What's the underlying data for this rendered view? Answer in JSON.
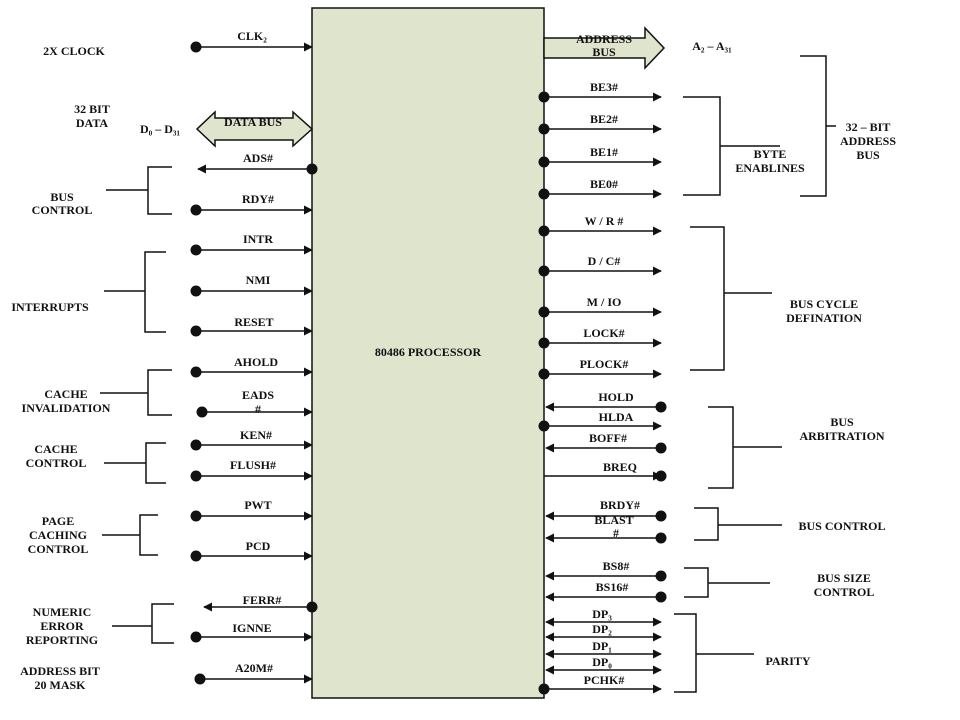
{
  "processor": {
    "label": "80486 PROCESSOR",
    "fill": "#dfe4cc"
  },
  "left_signals": {
    "clk": "CLK₂",
    "data_bus": "DATA BUS",
    "data_lines": "D₀ – D₃₁",
    "ads": "ADS#",
    "rdy": "RDY#",
    "intr": "INTR",
    "nmi": "NMI",
    "reset": "RESET",
    "ahold": "AHOLD",
    "eads_1": "EADS",
    "eads_2": "#",
    "ken": "KEN#",
    "flush": "FLUSH#",
    "pwt": "PWT",
    "pcd": "PCD",
    "ferr": "FERR#",
    "ignne": "IGNNE",
    "a20m": "A20M#"
  },
  "left_groups": {
    "clock": "2X CLOCK",
    "data_1": "32 BIT",
    "data_2": "DATA",
    "bus_control_1": "BUS",
    "bus_control_2": "CONTROL",
    "interrupts": "INTERRUPTS",
    "cache_inv_1": "CACHE",
    "cache_inv_2": "INVALIDATION",
    "cache_ctrl_1": "CACHE",
    "cache_ctrl_2": "CONTROL",
    "page_1": "PAGE",
    "page_2": "CACHING",
    "page_3": "CONTROL",
    "numeric_1": "NUMERIC",
    "numeric_2": "ERROR",
    "numeric_3": "REPORTING",
    "a20_1": "ADDRESS BIT",
    "a20_2": "20 MASK"
  },
  "right_signals": {
    "address_bus_1": "ADDRESS",
    "address_bus_2": "BUS",
    "address_lines": "A₂ – A₃₁",
    "be3": "BE3#",
    "be2": "BE2#",
    "be1": "BE1#",
    "be0": "BE0#",
    "wr": "W / R #",
    "dc": "D / C#",
    "mio": "M / IO",
    "lock": "LOCK#",
    "plock": "PLOCK#",
    "hold": "HOLD",
    "hlda": "HLDA",
    "boff": "BOFF#",
    "breq": "BREQ",
    "brdy": "BRDY#",
    "blast_1": "BLAST",
    "blast_2": "#",
    "bs8": "BS8#",
    "bs16": "BS16#",
    "dp3": "DP₃",
    "dp2": "DP₂",
    "dp1": "DP₁",
    "dp0": "DP₀",
    "pchk": "PCHK#"
  },
  "right_groups": {
    "address_32_1": "32 – BIT",
    "address_32_2": "ADDRESS",
    "address_32_3": "BUS",
    "byte_en_1": "BYTE",
    "byte_en_2": "ENABLINES",
    "cycle_1": "BUS CYCLE",
    "cycle_2": "DEFINATION",
    "arb_1": "BUS",
    "arb_2": "ARBITRATION",
    "bus_control": "BUS CONTROL",
    "bus_size_1": "BUS SIZE",
    "bus_size_2": "CONTROL",
    "parity": "PARITY"
  },
  "colors": {
    "stroke": "#111111",
    "bus_fill": "#dfe4cc",
    "background": "#ffffff"
  }
}
